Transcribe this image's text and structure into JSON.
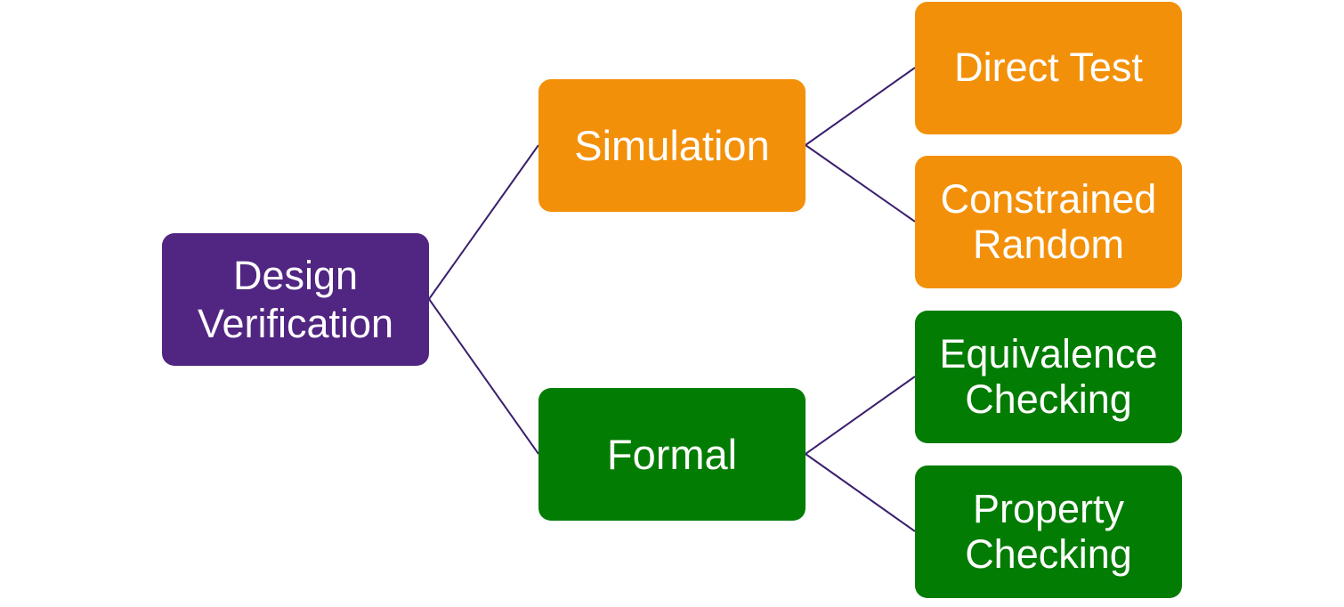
{
  "colors": {
    "root": "#512582",
    "simulation": "#F39009",
    "formal": "#037C03",
    "connector": "#3A1E6E"
  },
  "root": {
    "label": "Design\nVerification"
  },
  "branches": [
    {
      "label": "Simulation",
      "color_key": "simulation",
      "children": [
        {
          "label": "Direct Test"
        },
        {
          "label": "Constrained\nRandom"
        }
      ]
    },
    {
      "label": "Formal",
      "color_key": "formal",
      "children": [
        {
          "label": "Equivalence\nChecking"
        },
        {
          "label": "Property\nChecking"
        }
      ]
    }
  ]
}
